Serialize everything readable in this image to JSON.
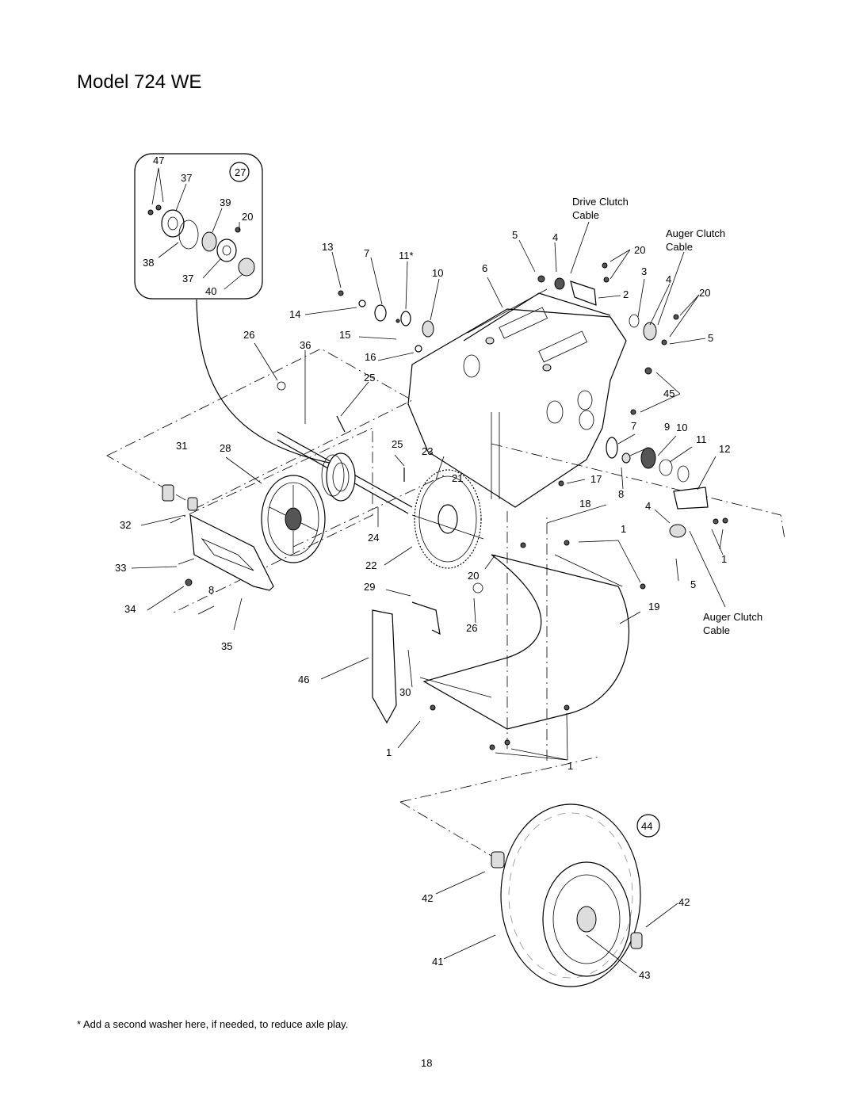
{
  "title": "Model 724 WE",
  "footnote": "* Add a second washer here, if needed, to reduce axle play.",
  "page_number": "18",
  "cable_labels": {
    "drive_clutch_1": "Drive Clutch",
    "drive_clutch_2": "Cable",
    "auger_clutch_top_1": "Auger Clutch",
    "auger_clutch_top_2": "Cable",
    "auger_clutch_bottom_1": "Auger Clutch",
    "auger_clutch_bottom_2": "Cable"
  },
  "callouts": {
    "inset": [
      "47",
      "37",
      "27",
      "39",
      "20",
      "38",
      "37",
      "40"
    ],
    "top": [
      "13",
      "7",
      "11*",
      "10",
      "6",
      "5",
      "4",
      "20",
      "3",
      "4",
      "2",
      "20",
      "5"
    ],
    "left": [
      "14",
      "15",
      "16",
      "26",
      "36",
      "25",
      "31",
      "28",
      "32",
      "33",
      "8",
      "34",
      "35"
    ],
    "middle": [
      "25",
      "23",
      "21",
      "24",
      "22",
      "29",
      "20",
      "26",
      "18",
      "17",
      "46",
      "30",
      "1",
      "1"
    ],
    "right": [
      "45",
      "7",
      "9",
      "10",
      "11",
      "12",
      "8",
      "4",
      "1",
      "1",
      "5",
      "19"
    ],
    "wheel": [
      "44",
      "42",
      "42",
      "41",
      "43"
    ]
  }
}
